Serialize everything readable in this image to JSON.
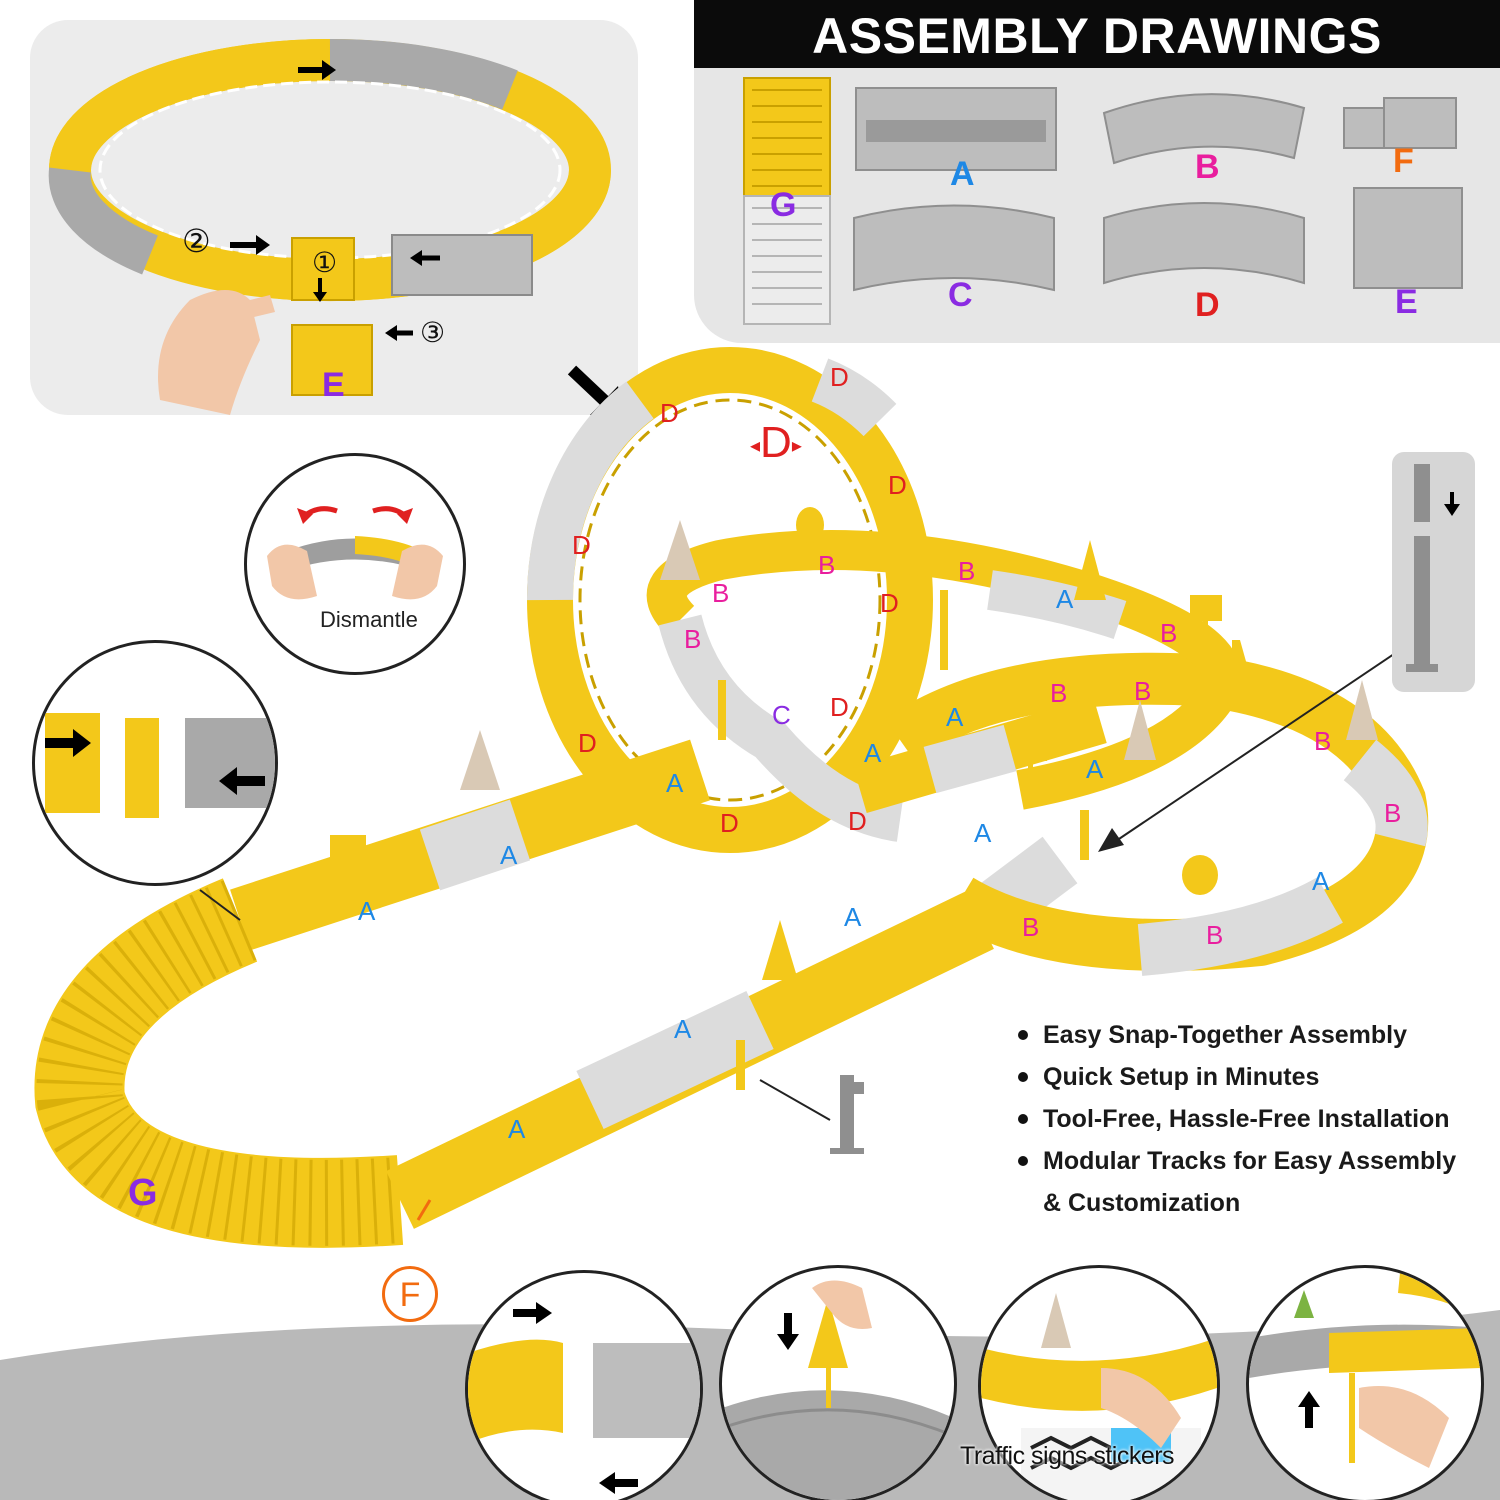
{
  "assembly": {
    "title": "ASSEMBLY DRAWINGS",
    "parts": [
      {
        "letter": "G",
        "color": "#8a2be2"
      },
      {
        "letter": "A",
        "color": "#1e88e5"
      },
      {
        "letter": "B",
        "color": "#e91e9e"
      },
      {
        "letter": "F",
        "color": "#f26b0f"
      },
      {
        "letter": "C",
        "color": "#8a2be2"
      },
      {
        "letter": "D",
        "color": "#e02020"
      },
      {
        "letter": "E",
        "color": "#8a2be2"
      }
    ]
  },
  "step_panel": {
    "step_1": "①",
    "step_2": "②",
    "step_3": "③",
    "part_label": "E"
  },
  "loop_label": "D",
  "track_labels": {
    "A": "A",
    "B": "B",
    "C": "C",
    "D": "D",
    "G": "G",
    "F": "F"
  },
  "colors": {
    "yellow_track": "#f3c81a",
    "gray_track": "#d9d9d9",
    "label_a": "#1e88e5",
    "label_b": "#e91e9e",
    "label_c": "#8a2be2",
    "label_d": "#e02020",
    "label_f": "#f26b0f"
  },
  "dismantle_label": "Dismantle",
  "features": [
    "Easy Snap-Together Assembly",
    "Quick Setup in Minutes",
    "Tool-Free, Hassle-Free Installation",
    "Modular Tracks for Easy Assembly",
    "& Customization"
  ],
  "stickers_label": "Traffic signs stickers"
}
